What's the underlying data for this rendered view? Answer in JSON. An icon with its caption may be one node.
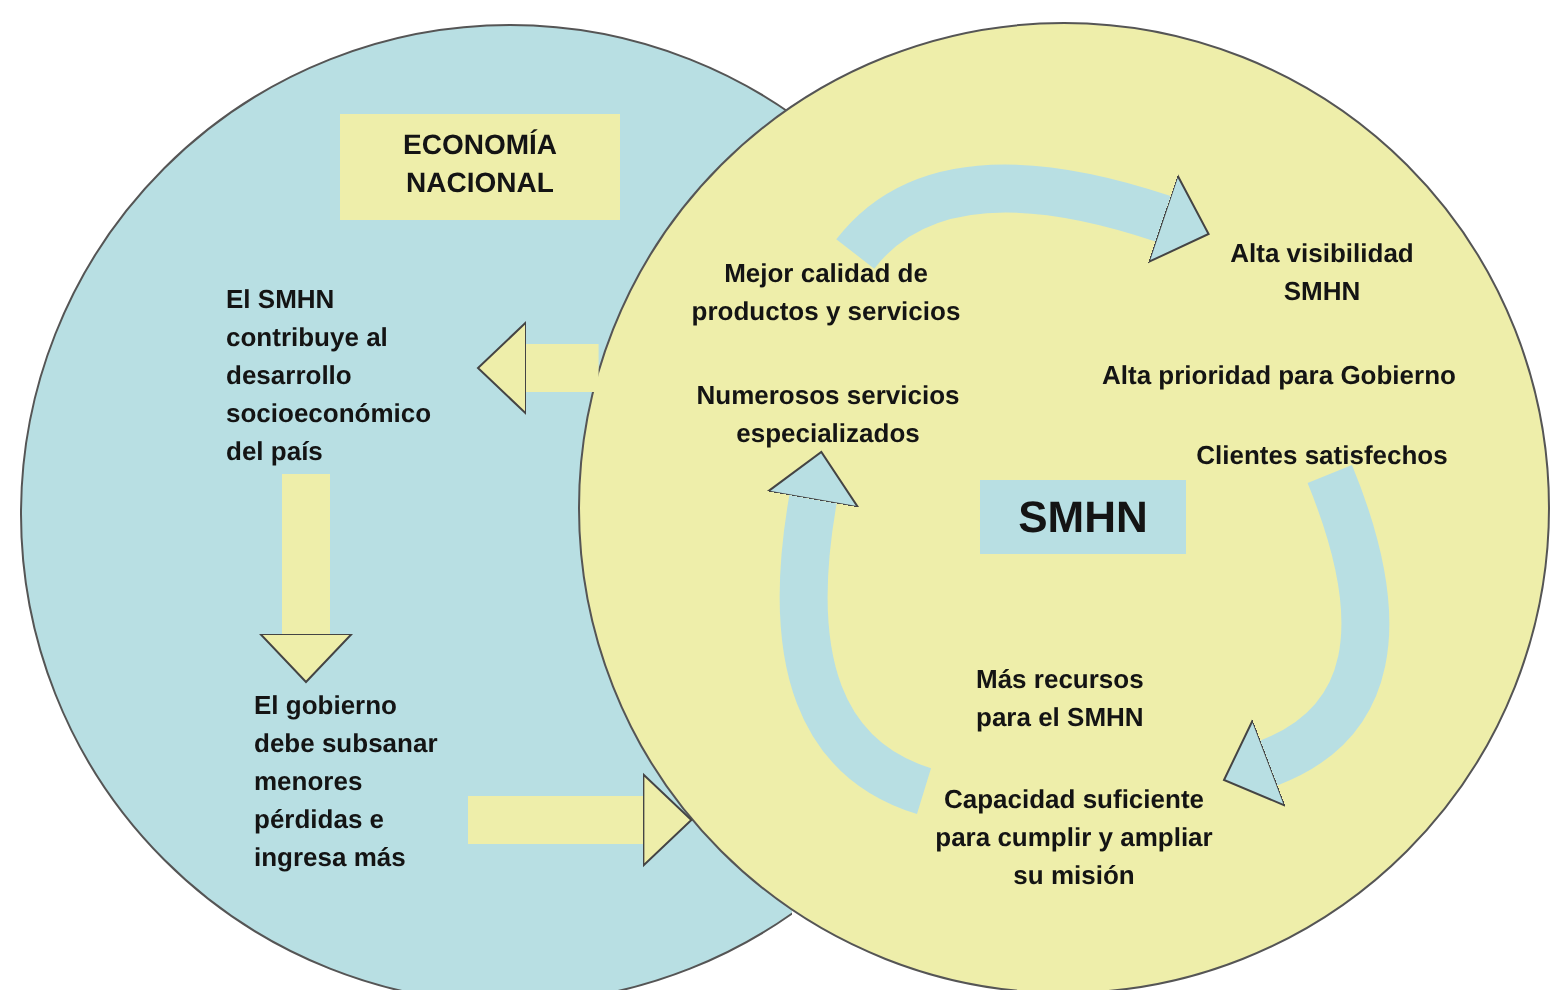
{
  "diagram": {
    "nodes": [
      {
        "text": [],
        "shape": "circle"
      },
      {
        "text": [],
        "shape": "circle"
      },
      {
        "text": [
          "ECONOMÍA NACIONAL"
        ],
        "in": 0
      },
      {
        "text": [
          "El SMHN contribuye al desarrollo socioeconómico del país"
        ],
        "in": 0
      },
      {
        "text": [
          "El gobierno debe subsanar menores pérdidas e ingresa más"
        ],
        "in": 0
      },
      {
        "text": [
          "SMHN"
        ],
        "in": 1
      },
      {
        "text": [
          "Mejor calidad de productos y servicios"
        ]
      },
      {
        "text": [
          "Numerosos servicios especializados"
        ]
      },
      {
        "text": [
          "Alta visibilidad SMHN"
        ],
        "in": 1
      },
      {
        "text": [
          "Alta prioridad para Gobierno"
        ],
        "in": 1
      },
      {
        "text": [
          "Clientes satisfechos"
        ],
        "in": 1
      },
      {
        "text": [
          "Más recursos para el SMHN"
        ],
        "in": 1
      },
      {
        "text": [
          "Capacidad suficiente para cumplir y ampliar su misión"
        ],
        "in": 1
      }
    ],
    "edges": [
      {
        "from": 1,
        "to": 3,
        "arrow": "to",
        "color": "#eeeeaa"
      },
      {
        "from": 3,
        "to": 4,
        "arrow": "to",
        "color": "#eeeeaa"
      },
      {
        "from": 4,
        "to": 1,
        "arrow": "to",
        "color": "#eeeeaa"
      },
      {
        "from": 6,
        "to": 8,
        "arrow": "to",
        "color": "#b8dfe3"
      },
      {
        "from": 10,
        "to": 12,
        "arrow": "to",
        "color": "#b8dfe3"
      },
      {
        "from": 12,
        "to": 7,
        "arrow": "to",
        "color": "#b8dfe3"
      }
    ]
  }
}
